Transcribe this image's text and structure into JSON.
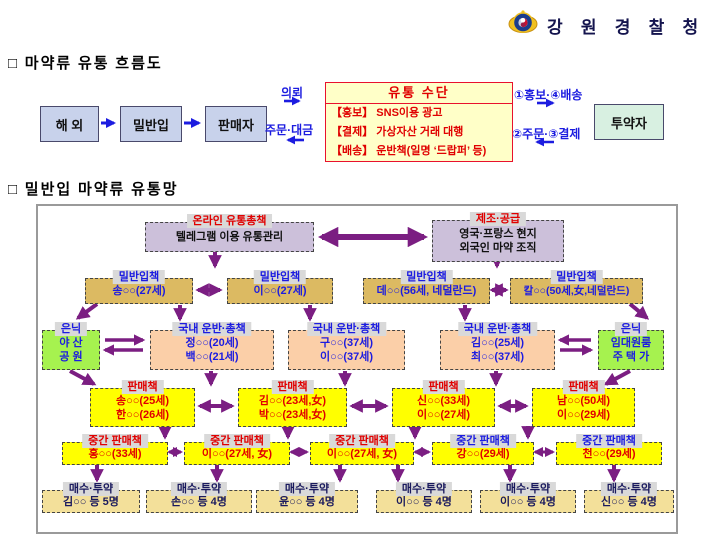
{
  "header": {
    "agency_name": "강 원 경 찰 청",
    "logo": "police-emblem"
  },
  "flow_section": {
    "title": "□ 마약류 유통 흐름도",
    "nodes": {
      "overseas": "해 외",
      "smuggling": "밀반입",
      "seller": "판매자",
      "user": "투약자"
    },
    "labels": {
      "request": "의뢰",
      "order_payment": "주문·대금",
      "promo_delivery": "①홍보·④배송",
      "order_pay": "②주문·③결제"
    },
    "methods": {
      "title": "유통 수단",
      "items": [
        "【홍보】 SNS이용 광고",
        "【결제】 가상자산 거래 대행",
        "【배송】 운반책(일명 ‘드랍퍼’ 등)"
      ]
    }
  },
  "network_section": {
    "title": "□ 밀반입 마약류 유통망",
    "online_boss": {
      "label": "온라인 유통총책",
      "name": "텔레그램 이용 유통관리"
    },
    "supplier": {
      "label": "제조·공급",
      "lines": [
        "영국·프랑스 현지",
        "외국인 마약 조직"
      ]
    },
    "smugglers": {
      "label": "밀반입책",
      "nodes": [
        "송○○(27세)",
        "이○○(27세)",
        "데○○(56세, 네덜란드)",
        "칼○○(50세,女,네덜란드)"
      ]
    },
    "hideout_left": {
      "label": "은닉",
      "lines": [
        "야 산",
        "공 원"
      ]
    },
    "hideout_right": {
      "label": "은닉",
      "lines": [
        "임대원룸",
        "주 택 가"
      ]
    },
    "transporters": {
      "label": "국내 운반·총책",
      "nodes": [
        [
          "정○○(20세)",
          "백○○(21세)"
        ],
        [
          "구○○(37세)",
          "이○○(37세)"
        ],
        [
          "김○○(25세)",
          "최○○(37세)"
        ]
      ]
    },
    "sellers": {
      "label": "판매책",
      "nodes": [
        [
          "송○○(25세)",
          "한○○(26세)"
        ],
        [
          "김○○(23세,女)",
          "박○○(23세,女)"
        ],
        [
          "신○○(33세)",
          "이○○(27세)"
        ],
        [
          "남○○(50세)",
          "이○○(29세)"
        ]
      ]
    },
    "mid_sellers": {
      "label": "중간 판매책",
      "nodes": [
        "홍○○(33세)",
        "이○○(27세, 女)",
        "이○○(27세, 女)",
        "강○○(29세)",
        "천○○(29세)"
      ]
    },
    "buyers": {
      "label": "매수·투약",
      "nodes": [
        "김○○ 등 5명",
        "손○○ 등 4명",
        "윤○○ 등 4명",
        "이○○ 등 4명",
        "이○○ 등 4명",
        "신○○ 등 4명"
      ]
    },
    "colors": {
      "arrow_purple": "#7B1E82",
      "accent_red": "#E00000",
      "accent_blue": "#1C1CE0"
    }
  }
}
